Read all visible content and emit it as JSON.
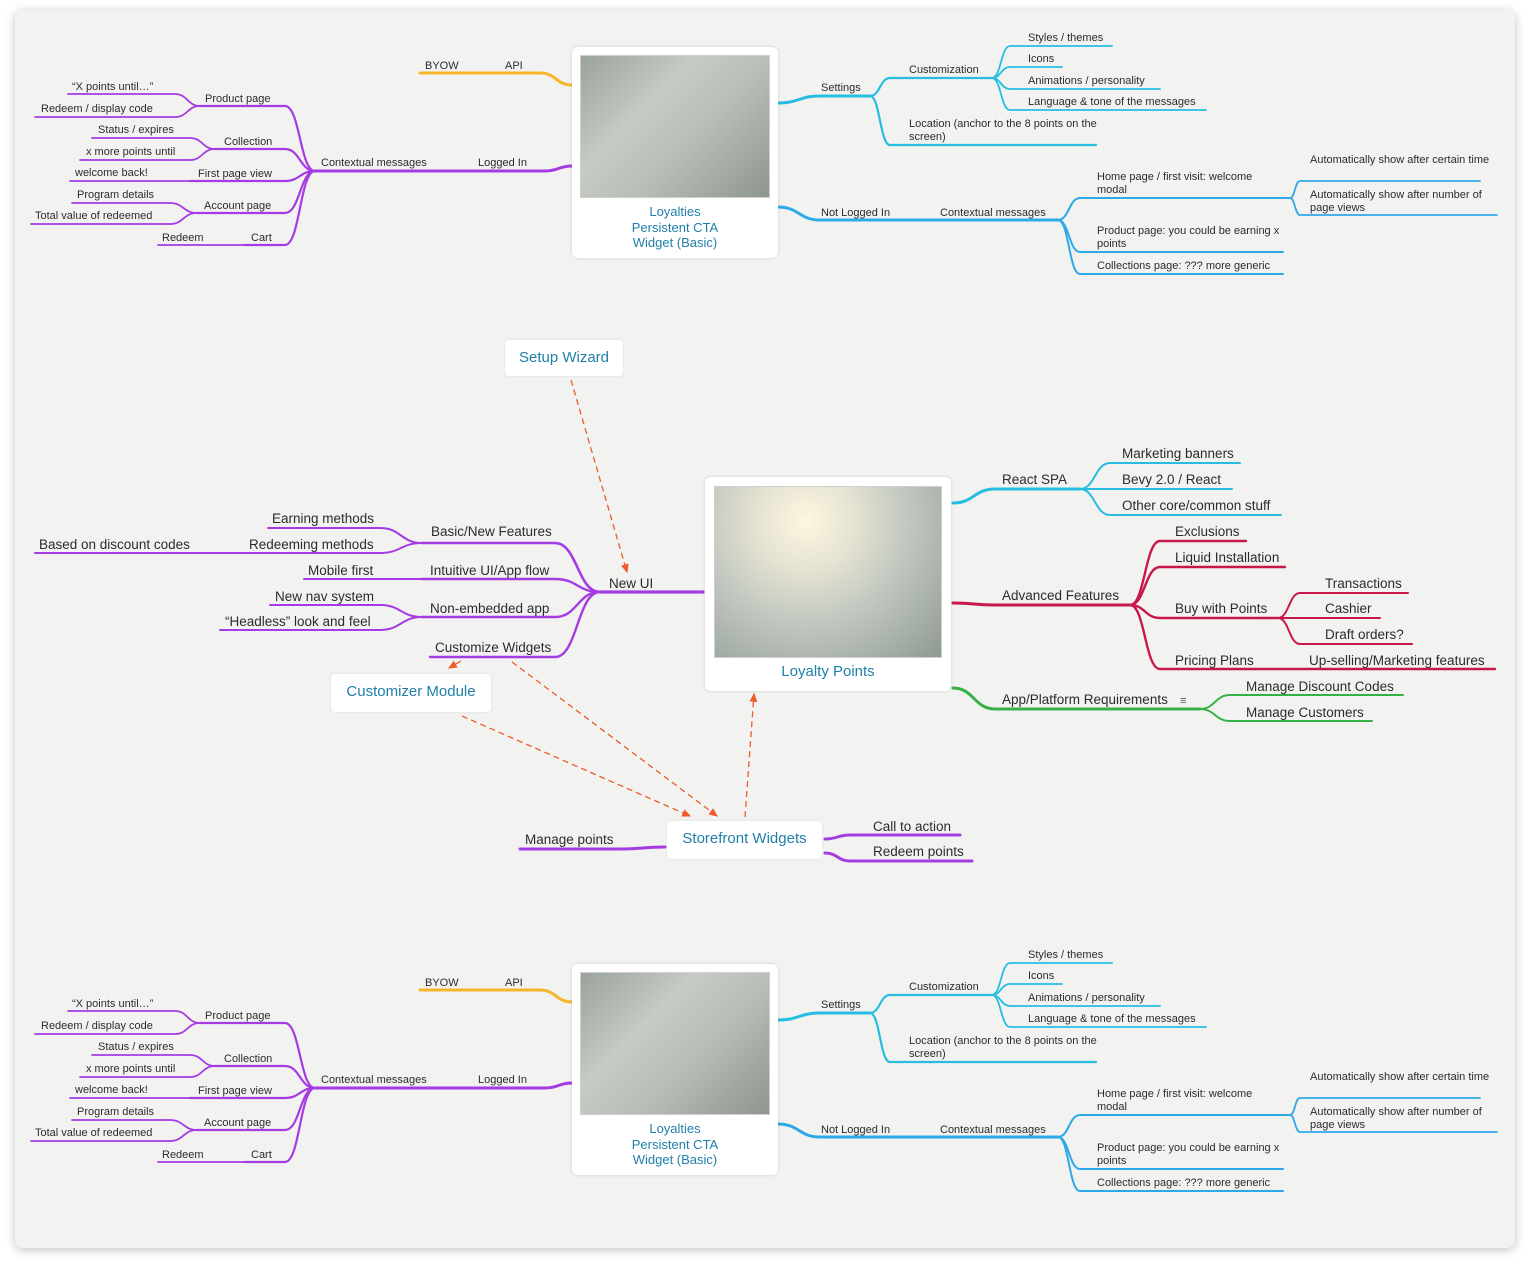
{
  "colors": {
    "purple": "#a53be3",
    "blue": "#2ea9e8",
    "cyan": "#27bde0",
    "orange": "#f6b52b",
    "crimson": "#c8184a",
    "green": "#35b145",
    "dashed": "#ee5a2a",
    "caption": "#1f7fa8"
  },
  "top_widget": {
    "caption": [
      "Loyalties",
      "Persistent CTA",
      "Widget (Basic)"
    ],
    "byow": "BYOW",
    "api": "API",
    "logged_in": "Logged In",
    "contextual": "Contextual messages",
    "product_page": "Product page",
    "x_points": "“X points until…”",
    "redeem_display": "Redeem / display code",
    "collection": "Collection",
    "status_expires": "Status / expires",
    "x_more": "x more points until",
    "first_page_view": "First page view",
    "welcome_back": "welcome back!",
    "account_page": "Account page",
    "program_details": "Program details",
    "total_value": "Total value of redeemed",
    "cart": "Cart",
    "redeem": "Redeem",
    "settings": "Settings",
    "customization": "Customization",
    "styles": "Styles / themes",
    "icons": "Icons",
    "animations": "Animations / personality",
    "language": "Language & tone of the messages",
    "location": "Location (anchor to the 8 points on the screen)",
    "not_logged_in": "Not Logged In",
    "contextual2": "Contextual messages",
    "home_page": "Home page / first visit: welcome modal",
    "auto_time": "Automatically show after certain time",
    "auto_views": "Automatically show after number of page views",
    "product_earning": "Product page: you could be earning x points",
    "collections_generic": "Collections page: ??? more generic"
  },
  "bottom_widget": {
    "caption": [
      "Loyalties",
      "Persistent CTA",
      "Widget (Basic)"
    ],
    "byow": "BYOW",
    "api": "API",
    "logged_in": "Logged In",
    "contextual": "Contextual messages",
    "product_page": "Product page",
    "x_points": "“X points until…”",
    "redeem_display": "Redeem / display code",
    "collection": "Collection",
    "status_expires": "Status / expires",
    "x_more": "x more points until",
    "first_page_view": "First page view",
    "welcome_back": "welcome back!",
    "account_page": "Account page",
    "program_details": "Program details",
    "total_value": "Total value of redeemed",
    "cart": "Cart",
    "redeem": "Redeem",
    "settings": "Settings",
    "customization": "Customization",
    "styles": "Styles / themes",
    "icons": "Icons",
    "animations": "Animations / personality",
    "language": "Language & tone of the messages",
    "location": "Location (anchor to the 8 points on the screen)",
    "not_logged_in": "Not Logged In",
    "contextual2": "Contextual messages",
    "home_page": "Home page / first visit: welcome modal",
    "auto_time": "Automatically show after certain time",
    "auto_views": "Automatically show after number of page views",
    "product_earning": "Product page: you could be earning x points",
    "collections_generic": "Collections page: ??? more generic"
  },
  "center": {
    "caption": "Loyalty Points",
    "setup_wizard": "Setup Wizard",
    "customizer_module": "Customizer Module",
    "storefront_widgets": "Storefront Widgets",
    "new_ui": "New UI",
    "basic_new": "Basic/New Features",
    "earning": "Earning methods",
    "redeeming": "Redeeming methods",
    "discount_codes": "Based on discount codes",
    "intuitive": "Intuitive UI/App flow",
    "mobile_first": "Mobile first",
    "non_embedded": "Non-embedded app",
    "new_nav": "New nav system",
    "headless": "“Headless” look and feel",
    "customize_widgets": "Customize Widgets",
    "react_spa": "React SPA",
    "marketing_banners": "Marketing banners",
    "bevy": "Bevy 2.0 / React",
    "other_core": "Other core/common stuff",
    "advanced": "Advanced Features",
    "exclusions": "Exclusions",
    "liquid": "Liquid Installation",
    "buy_points": "Buy with Points",
    "transactions": "Transactions",
    "cashier": "Cashier",
    "draft_orders": "Draft orders?",
    "pricing_plans": "Pricing Plans",
    "upselling": "Up-selling/Marketing features",
    "app_platform": "App/Platform Requirements",
    "note_icon": "note-icon",
    "manage_discount": "Manage Discount Codes",
    "manage_customers": "Manage Customers",
    "manage_points": "Manage points",
    "call_to_action": "Call to action",
    "redeem_points": "Redeem points"
  }
}
